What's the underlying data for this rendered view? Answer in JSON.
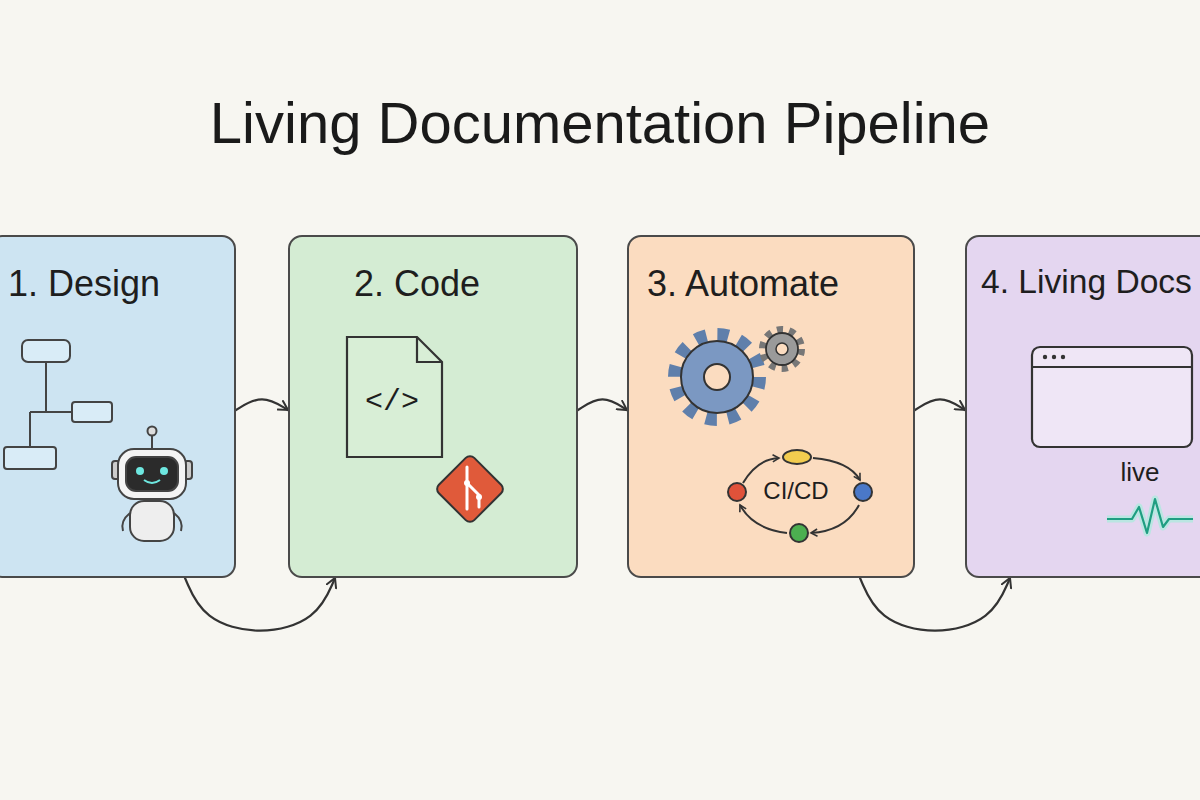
{
  "diagram": {
    "title": "Living Documentation Pipeline",
    "nodes": [
      {
        "text": [
          "1. Design"
        ]
      },
      {
        "text": [
          "2. Code"
        ]
      },
      {
        "text": [
          "3. Automate"
        ]
      },
      {
        "text": [
          "4. Living Docs"
        ]
      }
    ],
    "edges": [
      {
        "from": 0,
        "to": 1,
        "arrow": "to"
      },
      {
        "from": 1,
        "to": 2,
        "arrow": "to"
      },
      {
        "from": 2,
        "to": 3,
        "arrow": "to"
      },
      {
        "from": 0,
        "to": 1,
        "arrow": "to"
      },
      {
        "from": 2,
        "to": 3,
        "arrow": "to"
      }
    ],
    "labels": [
      "</>",
      "CI/CD",
      "live"
    ]
  }
}
